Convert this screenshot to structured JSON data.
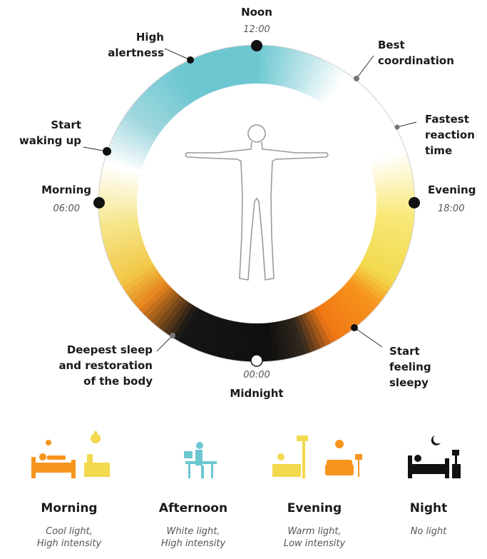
{
  "colors": {
    "cyan": "#6cc7d1",
    "yellow": "#f2d94e",
    "orange": "#f7941d",
    "night": "#101010",
    "white": "#ffffff",
    "legend_morning": "#f7941d",
    "legend_afternoon": "#6cc7d1",
    "legend_evening": "#f2d94e",
    "legend_night": "#111111"
  },
  "clock": {
    "noon": {
      "label": "Noon",
      "time": "12:00"
    },
    "morning": {
      "label": "Morning",
      "time": "06:00"
    },
    "evening": {
      "label": "Evening",
      "time": "18:00"
    },
    "midnight": {
      "label": "Midnight",
      "time": "00:00"
    }
  },
  "events": {
    "high_alertness": "High alertness",
    "best_coordination": "Best coordination",
    "fastest_reaction": "Fastest reaction time",
    "start_waking": "Start waking up",
    "start_sleepy": "Start feeling sleepy",
    "deepest_sleep": "Deepest sleep and restoration of the body"
  },
  "legend": [
    {
      "title": "Morning",
      "desc1": "Cool light,",
      "desc2": "High intensity",
      "icon": "bedroom-sunrise-icon"
    },
    {
      "title": "Afternoon",
      "desc1": "White light,",
      "desc2": "High intensity",
      "icon": "desk-worker-icon"
    },
    {
      "title": "Evening",
      "desc1": "Warm light,",
      "desc2": "Low intensity",
      "icon": "living-room-lamp-icon"
    },
    {
      "title": "Night",
      "desc1": "No light",
      "desc2": "",
      "icon": "bed-moon-icon"
    }
  ]
}
